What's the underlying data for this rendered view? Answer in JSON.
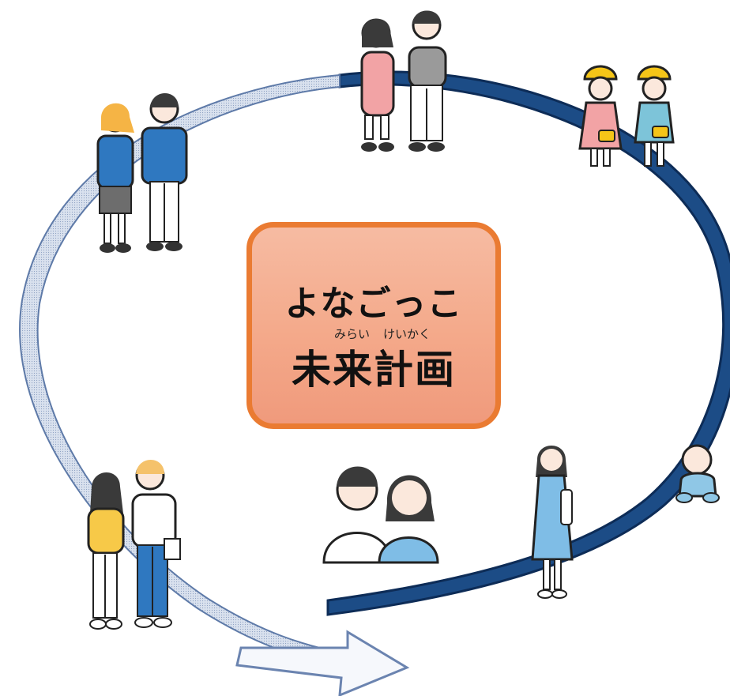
{
  "title": {
    "line1": "よなごっこ",
    "line2": "未来計画",
    "ruby": [
      "みらい",
      "けいかく"
    ]
  },
  "colors": {
    "arrow_dark": "#1f4e85",
    "arrow_light": "#eef3fb",
    "box_fill": "#f4a98a",
    "box_border": "#ea7b32"
  },
  "illustrations": [
    "school-children-with-randoseru",
    "kindergarten-children",
    "baby",
    "pregnant-woman",
    "couple",
    "young-adults",
    "high-school-students"
  ]
}
